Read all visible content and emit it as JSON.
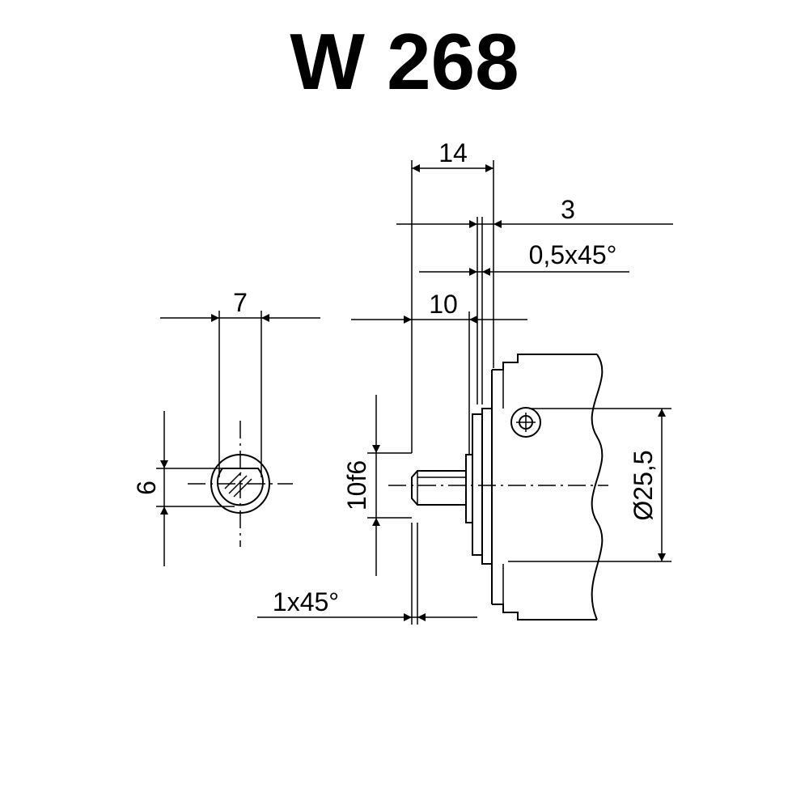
{
  "title": "W 268",
  "dimensions": {
    "key_width": "7",
    "key_height": "6",
    "shaft_length": "14",
    "flange_offset": "3",
    "flange_chamfer": "0,5x45°",
    "shaft_to_shoulder": "10",
    "shaft_diameter": "10f6",
    "pilot_diameter": "Ø25,5",
    "shaft_chamfer": "1x45°"
  }
}
